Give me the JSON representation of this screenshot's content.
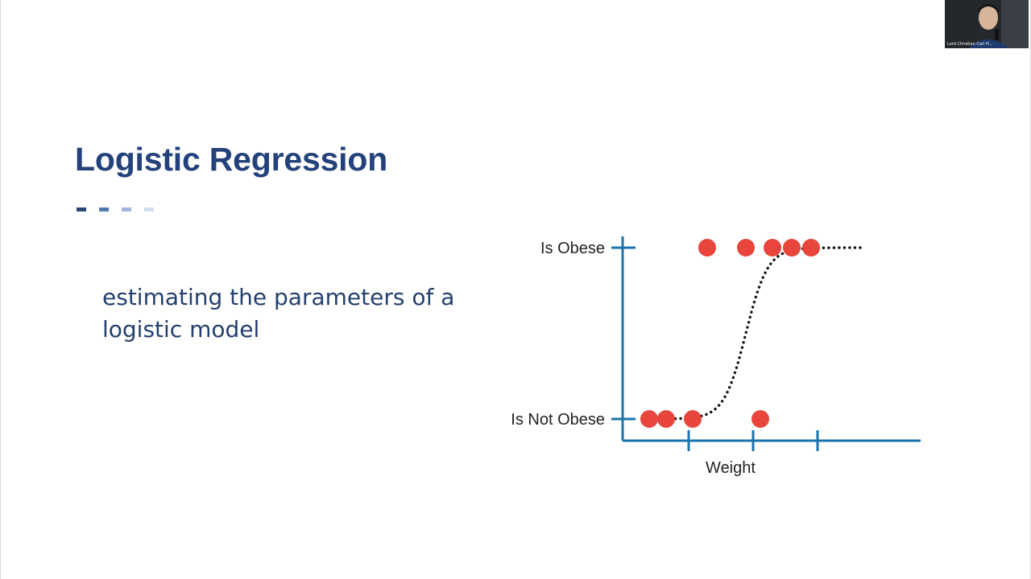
{
  "slide": {
    "title": "Logistic Regression",
    "body": "estimating the parameters of a logistic model",
    "dash_colors": [
      "#2c4677",
      "#4f77b0",
      "#9fb7dc",
      "#d2dff0"
    ]
  },
  "colors": {
    "title": "#23417a",
    "axis": "#1a73ad",
    "point": "#e8453c",
    "curve": "#111111"
  },
  "chart_data": {
    "type": "scatter",
    "title": "",
    "xlabel": "Weight",
    "ylabel": "",
    "y_categories": [
      "Is Not Obese",
      "Is Obese"
    ],
    "xlim": [
      0,
      1
    ],
    "ylim": [
      0,
      1
    ],
    "points": [
      {
        "x": 0.11,
        "y": 0
      },
      {
        "x": 0.18,
        "y": 0
      },
      {
        "x": 0.29,
        "y": 0
      },
      {
        "x": 0.57,
        "y": 0
      },
      {
        "x": 0.35,
        "y": 1
      },
      {
        "x": 0.51,
        "y": 1
      },
      {
        "x": 0.62,
        "y": 1
      },
      {
        "x": 0.7,
        "y": 1
      },
      {
        "x": 0.78,
        "y": 1
      }
    ],
    "curve": {
      "type": "logistic",
      "midpoint": 0.51,
      "steepness": 22,
      "style": "dotted"
    },
    "x_ticks": 3,
    "grid": false,
    "legend": "none"
  },
  "webcam": {
    "name": "Lord Christian Carl H..."
  }
}
